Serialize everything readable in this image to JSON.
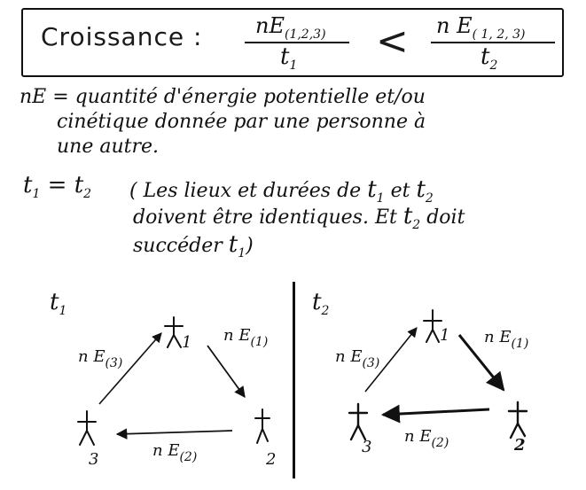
{
  "formula": {
    "title": "Croissance :",
    "left_numerator": "nE",
    "left_numerator_sub": "(1,2,3)",
    "left_denominator": "t",
    "left_denominator_sub": "1",
    "operator": "<",
    "right_numerator": "n E",
    "right_numerator_sub": "( 1, 2, 3)",
    "right_denominator": "t",
    "right_denominator_sub": "2"
  },
  "definition": {
    "line1": "nE = quantité d'énergie potentielle et/ou",
    "line2": "cinétique donnée par une personne à",
    "line3": "une autre."
  },
  "condition": {
    "lhs": "t",
    "lhs_sub": "1",
    "eq": "=",
    "rhs": "t",
    "rhs_sub": "2",
    "line1_a": "( Les lieux et durées de",
    "line1_t1": "t",
    "line1_t1_sub": "1",
    "line1_and": "et",
    "line1_t2": "t",
    "line1_t2_sub": "2",
    "line2_a": "doivent être identiques. Et",
    "line2_t": "t",
    "line2_t_sub": "2",
    "line2_b": "doit",
    "line3_a": "succéder",
    "line3_t": "t",
    "line3_t_sub": "1",
    "line3_b": ")"
  },
  "diagram_left": {
    "label": "t",
    "label_sub": "1",
    "node1": "1",
    "node2": "2",
    "node3": "3",
    "edge_3_1": "n E",
    "edge_3_1_sub": "(3)",
    "edge_1_2": "n E",
    "edge_1_2_sub": "(1)",
    "edge_2_3": "n E",
    "edge_2_3_sub": "(2)"
  },
  "diagram_right": {
    "label": "t",
    "label_sub": "2",
    "node1": "1",
    "node2": "2",
    "node3": "3",
    "edge_3_1": "n E",
    "edge_3_1_sub": "(3)",
    "edge_1_2": "n E",
    "edge_1_2_sub": "(1)",
    "edge_2_3": "n E",
    "edge_2_3_sub": "(2)"
  }
}
